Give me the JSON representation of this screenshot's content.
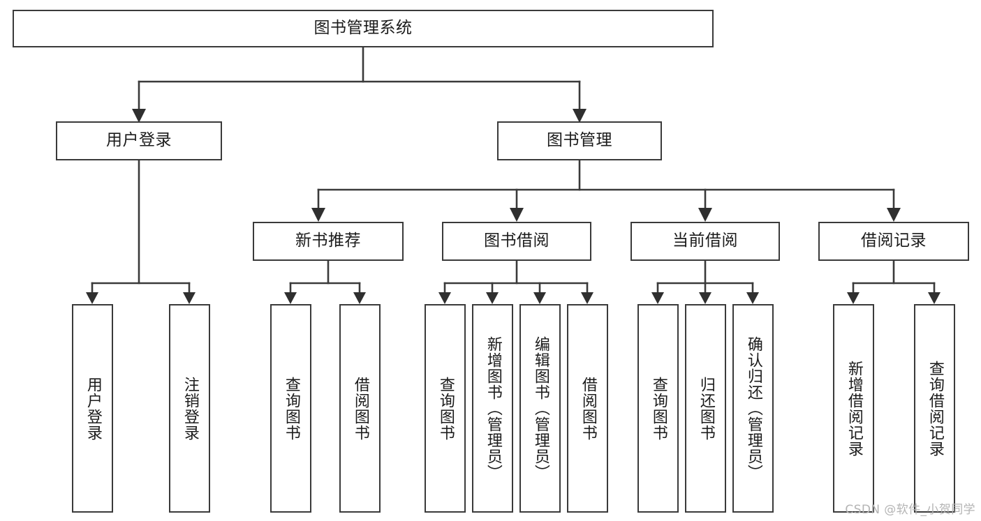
{
  "diagram": {
    "title": "图书管理系统",
    "type": "tree",
    "stroke_color": "#3a3a3a",
    "text_color": "#1b1b1b",
    "background": "#ffffff"
  },
  "root": {
    "label": "图书管理系统"
  },
  "level2": [
    {
      "label": "用户登录"
    },
    {
      "label": "图书管理"
    }
  ],
  "level3": [
    {
      "label": "新书推荐"
    },
    {
      "label": "图书借阅"
    },
    {
      "label": "当前借阅"
    },
    {
      "label": "借阅记录"
    }
  ],
  "leaves": [
    {
      "label": "用户登录"
    },
    {
      "label": "注销登录"
    },
    {
      "label": "查询图书"
    },
    {
      "label": "借阅图书"
    },
    {
      "label": "查询图书"
    },
    {
      "label": "新增图书（管理员）"
    },
    {
      "label": "编辑图书（管理员）"
    },
    {
      "label": "借阅图书"
    },
    {
      "label": "查询图书"
    },
    {
      "label": "归还图书"
    },
    {
      "label": "确认归还（管理员）"
    },
    {
      "label": "新增借阅记录"
    },
    {
      "label": "查询借阅记录"
    }
  ],
  "watermark": {
    "text": "CSDN @软件_小贺同学"
  }
}
